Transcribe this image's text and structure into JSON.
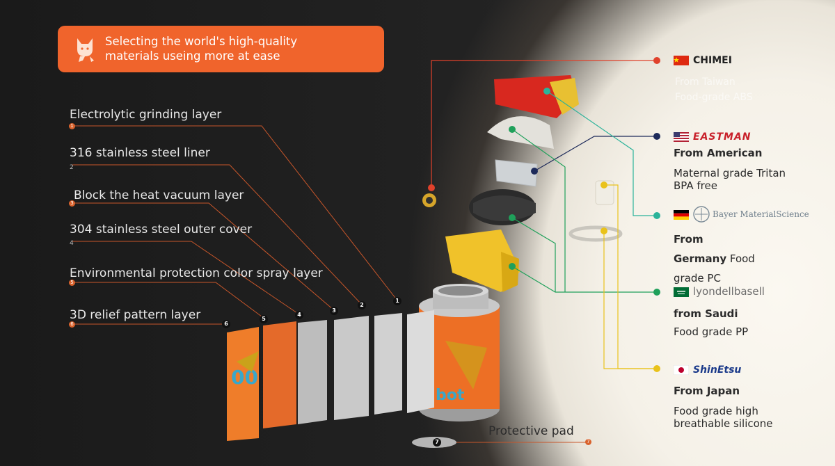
{
  "banner": {
    "line1": "Selecting the world's high-quality",
    "line2": "materials useing more at ease"
  },
  "layers": [
    {
      "label": "Electrolytic grinding layer",
      "num": "1"
    },
    {
      "label": "316 stainless steel liner",
      "num": "2"
    },
    {
      "label": "Block the heat vacuum layer",
      "num": "3"
    },
    {
      "label": "304 stainless steel outer cover",
      "num": "4"
    },
    {
      "label": "Environmental protection color spray layer",
      "num": "5"
    },
    {
      "label": "3D relief pattern layer",
      "num": "6"
    }
  ],
  "pad": {
    "label": "Protective pad",
    "num": "7"
  },
  "suppliers": {
    "chimei": {
      "brand": "CHIMEI",
      "line1": "From Taiwan",
      "line2": "Food-grade ABS"
    },
    "eastman": {
      "brand": "EASTMAN",
      "line1": "From American",
      "line2": "Maternal grade Tritan",
      "line3": "BPA free"
    },
    "bayer": {
      "brand": "Bayer MaterialScience",
      "line1": "From",
      "line2a": "Germany",
      "line2b": " Food",
      "line3": "grade PC"
    },
    "lyondell": {
      "brand": "lyondellbasell",
      "line1": "from Saudi",
      "line2": "Food grade PP"
    },
    "shinetsu": {
      "brand": "ShinEtsu",
      "line1": "From Japan",
      "line2": "Food grade high",
      "line3": "breathable silicone"
    }
  },
  "colors": {
    "accent": "#f0642c",
    "red_line": "#e0412b",
    "navy_line": "#1d2a5a",
    "teal_line": "#2bb39a",
    "green_line": "#1fa05a",
    "yellow_line": "#e9c21b"
  }
}
